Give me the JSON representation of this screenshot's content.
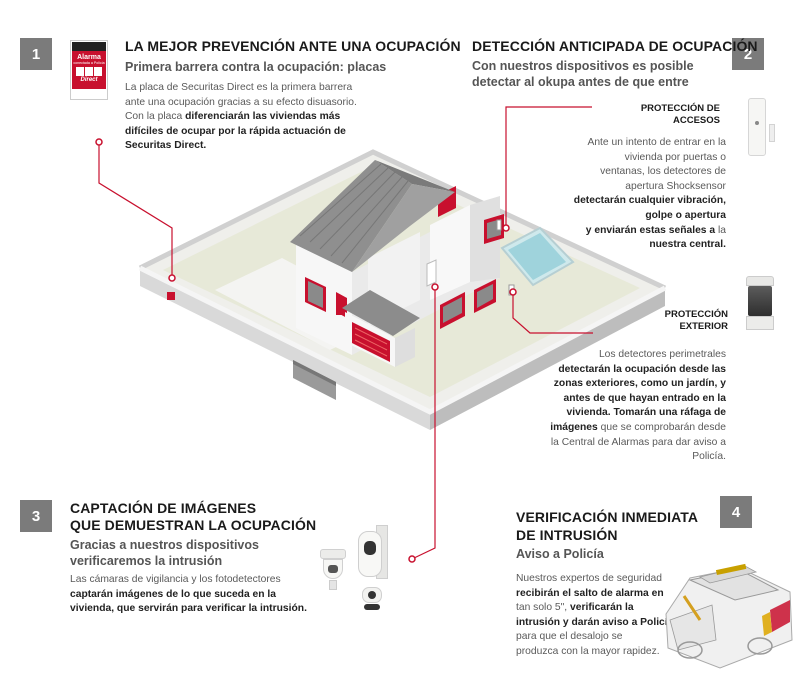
{
  "colors": {
    "accent": "#cc1f3a",
    "badge_gray": "#7b7b7b"
  },
  "block1": {
    "number": "1",
    "title": "LA MEJOR PREVENCIÓN ANTE UNA OCUPACIÓN",
    "subtitle": "Primera barrera contra la ocupación: placas",
    "text_a": "La placa de Securitas Direct es la primera barrera ante una ocupación gracias a su efecto disuasorio. Con la placa ",
    "text_b": "diferenciarán las viviendas más difíciles de ocupar por la rápida actuación de Securitas Direct.",
    "sign_line1": "Alarma",
    "sign_line2": "conectada a Policía",
    "sign_brand": "Direct"
  },
  "block2": {
    "number": "2",
    "title": "DETECCIÓN ANTICIPADA DE OCUPACIÓN",
    "subtitle_l1": "Con nuestros dispositivos es posible",
    "subtitle_l2": "detectar al okupa antes de que entre",
    "label_access_l1": "PROTECCIÓN DE",
    "label_access_l2": "ACCESOS",
    "access_l1": "Ante un intento de entrar en la",
    "access_l2": "vivienda por puertas o",
    "access_l3": "ventanas, los detectores de",
    "access_l4": "apertura Shocksensor",
    "access_l5": "detectarán cualquier vibración,",
    "access_l6": "golpe o apertura",
    "access_l7a": "y enviarán estas señales a ",
    "access_l7b": "la",
    "access_l8": "nuestra central.",
    "label_ext_l1": "PROTECCIÓN",
    "label_ext_l2": "EXTERIOR",
    "ext_l1": "Los detectores perimetrales",
    "ext_l2": "detectarán la ocupación desde las",
    "ext_l3": "zonas exteriores, como un jardín, y",
    "ext_l4": "antes de que hayan entrado en la",
    "ext_l5": "vivienda. Tomarán una ráfaga de",
    "ext_l6a": "imágenes",
    "ext_l6b": " que se comprobarán desde",
    "ext_l7": "la Central de Alarmas para dar aviso a",
    "ext_l8": "Policía."
  },
  "block3": {
    "number": "3",
    "title_l1": "CAPTACIÓN DE IMÁGENES",
    "title_l2": "QUE DEMUESTRAN LA OCUPACIÓN",
    "subtitle_l1": "Gracias a nuestros dispositivos",
    "subtitle_l2": "verificaremos la intrusión",
    "text_a": "Las cámaras de vigilancia y los fotodetectores ",
    "text_b": "captarán imágenes de lo que suceda en la vivienda, que servirán para verificar la intrusión."
  },
  "block4": {
    "number": "4",
    "title_l1": "VERIFICACIÓN INMEDIATA",
    "title_l2": "DE INTRUSIÓN",
    "subtitle": "Aviso a Policía",
    "l1": "Nuestros expertos de seguridad",
    "l2": "recibirán el salto de alarma en",
    "l3a": "tan solo 5\", ",
    "l3b": "verificarán la",
    "l4": "intrusión y darán aviso a Policía",
    "l5": "para que el desalojo se",
    "l6": "produzca con la mayor rapidez."
  }
}
